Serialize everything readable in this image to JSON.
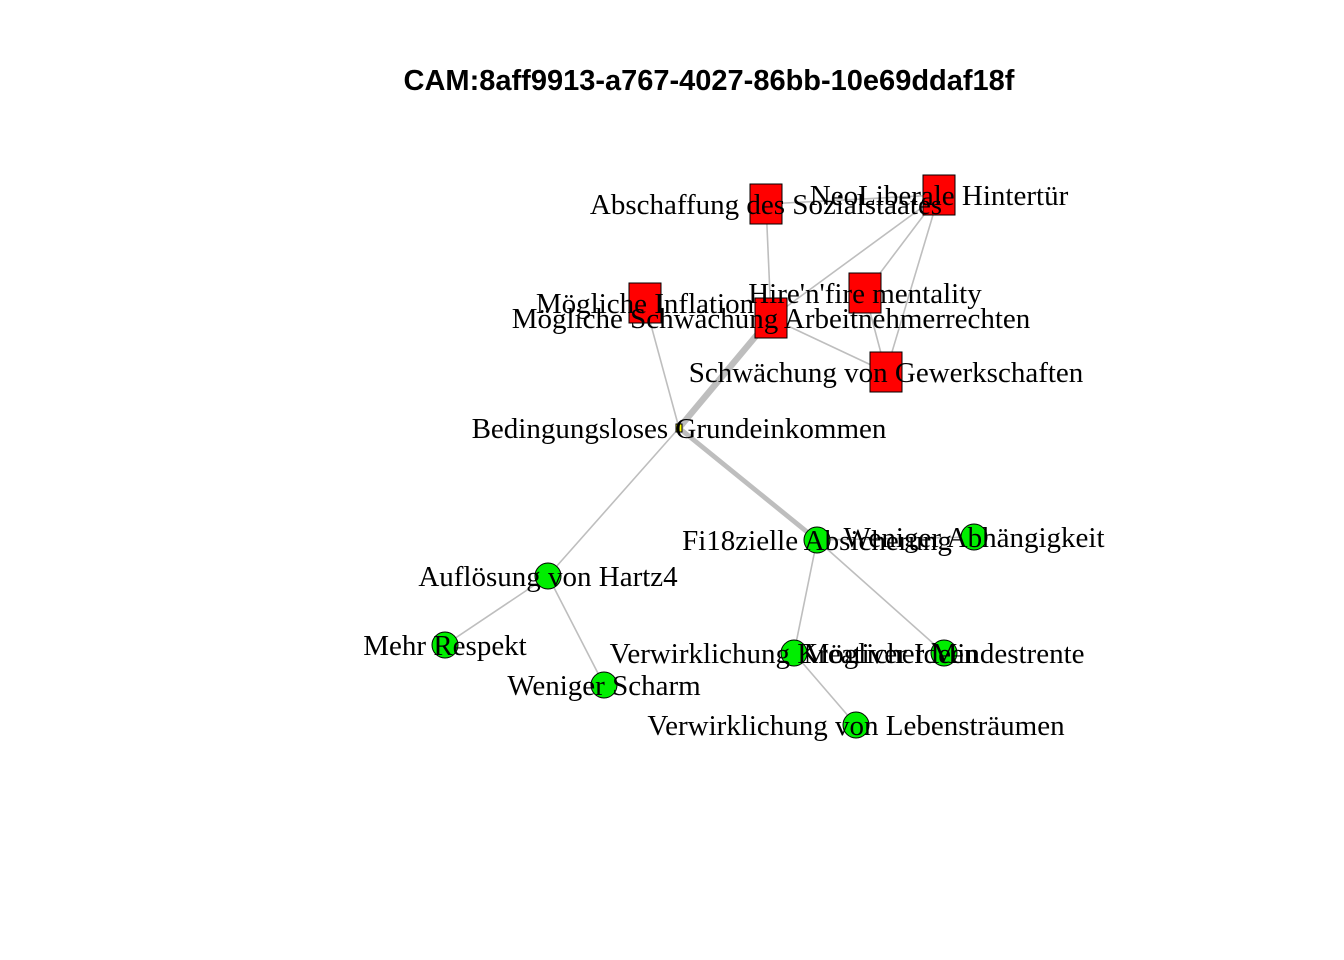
{
  "title": "CAM:8aff9913-a767-4027-86bb-10e69ddaf18f",
  "colors": {
    "negative": "#ff0000",
    "positive": "#00ee00",
    "neutral": "#ffff00",
    "edge": "#bebebe",
    "outline": "#000000"
  },
  "nodes": [
    {
      "id": "bgk",
      "label": "Bedingungsloses Grundeinkommen",
      "valence": "neutral"
    },
    {
      "id": "abs",
      "label": "Abschaffung des Sozialstaates",
      "valence": "negative"
    },
    {
      "id": "neo",
      "label": "NeoLiberale Hintertür",
      "valence": "negative"
    },
    {
      "id": "hire",
      "label": "Hire'n'fire mentality",
      "valence": "negative"
    },
    {
      "id": "infl",
      "label": "Mögliche Inflation",
      "valence": "negative"
    },
    {
      "id": "arb",
      "label": "Mögliche Schwächung Arbeitnehmerrechten",
      "valence": "negative"
    },
    {
      "id": "gew",
      "label": "Schwächung von Gewerkschaften",
      "valence": "negative"
    },
    {
      "id": "fin",
      "label": "Fi18zielle Absicherung",
      "valence": "positive"
    },
    {
      "id": "abh",
      "label": "Weniger Abhängigkeit",
      "valence": "positive"
    },
    {
      "id": "hartz",
      "label": "Auflösung von Hartz4",
      "valence": "positive"
    },
    {
      "id": "resp",
      "label": "Mehr Respekt",
      "valence": "positive"
    },
    {
      "id": "scharm",
      "label": "Weniger Scharm",
      "valence": "positive"
    },
    {
      "id": "krea",
      "label": "Verwirklichung Kreativer Ideen",
      "valence": "positive"
    },
    {
      "id": "mind",
      "label": "Möglicher Mindestrente",
      "valence": "positive"
    },
    {
      "id": "leb",
      "label": "Verwirklichung von Lebensträumen",
      "valence": "positive"
    }
  ],
  "edges": [
    {
      "from": "bgk",
      "to": "arb",
      "weight": 4
    },
    {
      "from": "bgk",
      "to": "fin",
      "weight": 3
    },
    {
      "from": "bgk",
      "to": "infl",
      "weight": 1
    },
    {
      "from": "bgk",
      "to": "hartz",
      "weight": 1
    },
    {
      "from": "arb",
      "to": "abs",
      "weight": 1
    },
    {
      "from": "arb",
      "to": "neo",
      "weight": 1
    },
    {
      "from": "arb",
      "to": "gew",
      "weight": 1
    },
    {
      "from": "abs",
      "to": "neo",
      "weight": 1
    },
    {
      "from": "neo",
      "to": "hire",
      "weight": 1
    },
    {
      "from": "neo",
      "to": "gew",
      "weight": 1
    },
    {
      "from": "hire",
      "to": "gew",
      "weight": 1
    },
    {
      "from": "fin",
      "to": "abh",
      "weight": 1
    },
    {
      "from": "fin",
      "to": "krea",
      "weight": 1
    },
    {
      "from": "fin",
      "to": "mind",
      "weight": 1
    },
    {
      "from": "hartz",
      "to": "resp",
      "weight": 1
    },
    {
      "from": "hartz",
      "to": "scharm",
      "weight": 1
    },
    {
      "from": "krea",
      "to": "leb",
      "weight": 1
    }
  ]
}
